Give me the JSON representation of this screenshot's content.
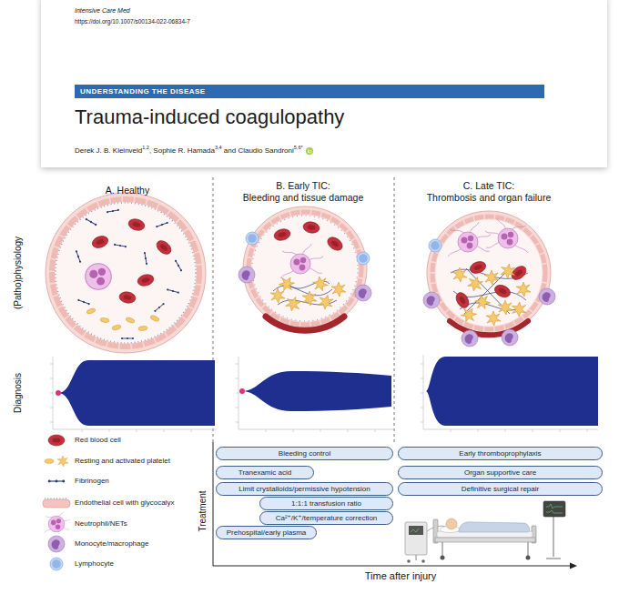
{
  "diagram": {
    "title": "Trauma-induced coagulopathy",
    "nodes": [
      {
        "text": [
          "UNDERSTANDING THE DISEASE"
        ]
      },
      {
        "text": [
          "Bleeding control"
        ]
      },
      {
        "text": [
          "Tranexamic acid"
        ]
      },
      {
        "text": [
          "Limit crystalloids/permissive hypotension"
        ]
      },
      {
        "text": [
          "1:1:1 transfusion ratio"
        ]
      },
      {
        "text": [
          "Ca²⁺/K⁺/temperature correction"
        ]
      },
      {
        "text": [
          "Prehospital/early plasma"
        ]
      },
      {
        "text": [
          "Early thromboprophylaxis"
        ]
      },
      {
        "text": [
          "Organ supportive care"
        ]
      },
      {
        "text": [
          "Definitive surgical repair"
        ]
      }
    ],
    "labels": [
      "Intensive Care Med",
      "https://doi.org/10.1007/s00134-022-06834-7",
      "Derek J. B. Kleinveld",
      "1,2",
      ", Sophie R. Hamada",
      "3,4",
      " and Claudio Sandroni",
      "5,6*",
      "A. Healthy",
      "B. Early TIC:",
      "Bleeding and tissue damage",
      "C. Late TIC:",
      "Thrombosis and organ failure",
      "(Patho)physiology",
      "Diagnosis",
      "Treatment",
      "Time after injury"
    ],
    "legend": [
      {
        "text": "Red blood cell"
      },
      {
        "text": "Resting and activated platelet"
      },
      {
        "text": "Fibrinogen"
      },
      {
        "text": "Endothelial cell with glycocalyx"
      },
      {
        "text": "Neutrophil/NETs"
      },
      {
        "text": "Monocyte/macrophage"
      },
      {
        "text": "Lymphocyte"
      }
    ]
  }
}
